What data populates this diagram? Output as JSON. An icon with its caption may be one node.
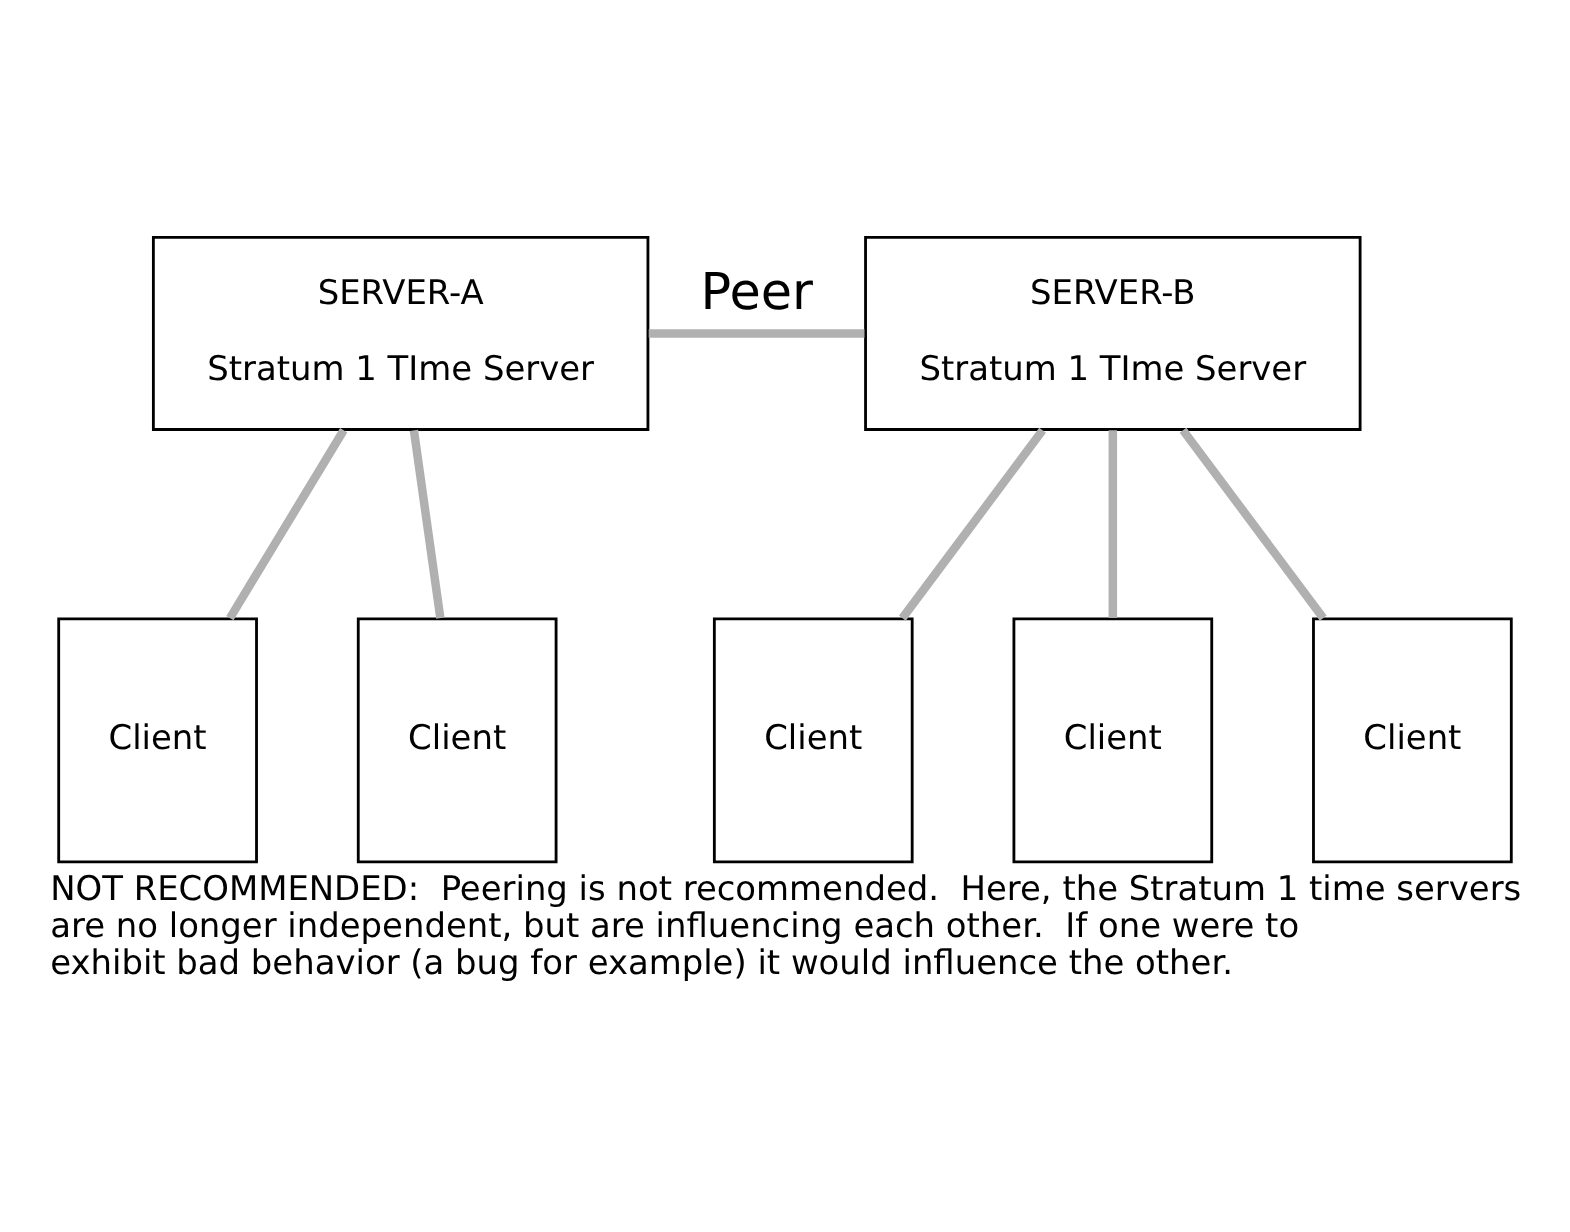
{
  "diagram": {
    "caption": "NOT RECOMMENDED:  Peering is not recommended.  Here, the Stratum 1 time servers are no longer independent, but are influencing each other.  If one were to exhibit bad behavior (a bug for example) it would influence the other.",
    "nodes": [
      {
        "text": [
          "SERVER-A",
          "Stratum 1 TIme Server"
        ]
      },
      {
        "text": [
          "SERVER-B",
          "Stratum 1 TIme Server"
        ]
      },
      {
        "text": [
          "Client"
        ]
      },
      {
        "text": [
          "Client"
        ]
      },
      {
        "text": [
          "Client"
        ]
      },
      {
        "text": [
          "Client"
        ]
      },
      {
        "text": [
          "Client"
        ]
      }
    ],
    "edges": [
      {
        "from": 0,
        "to": 1,
        "arrow": "none",
        "label": "Peer"
      },
      {
        "from": 0,
        "to": 2,
        "arrow": "none"
      },
      {
        "from": 0,
        "to": 3,
        "arrow": "none"
      },
      {
        "from": 1,
        "to": 4,
        "arrow": "none"
      },
      {
        "from": 1,
        "to": 5,
        "arrow": "none"
      },
      {
        "from": 1,
        "to": 6,
        "arrow": "none"
      }
    ]
  }
}
